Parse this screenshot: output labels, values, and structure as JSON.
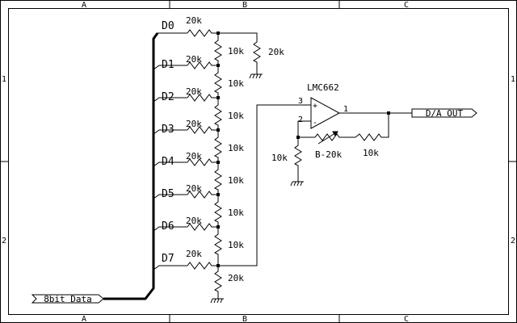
{
  "zones": {
    "columns": [
      "A",
      "B",
      "C"
    ],
    "rows": [
      "1",
      "2"
    ]
  },
  "bits": [
    {
      "label": "D0",
      "series_value": "20k",
      "ladder_value": "10k"
    },
    {
      "label": "D1",
      "series_value": "20k",
      "ladder_value": "10k"
    },
    {
      "label": "D2",
      "series_value": "20k",
      "ladder_value": "10k"
    },
    {
      "label": "D3",
      "series_value": "20k",
      "ladder_value": "10k"
    },
    {
      "label": "D4",
      "series_value": "20k",
      "ladder_value": "10k"
    },
    {
      "label": "D5",
      "series_value": "20k",
      "ladder_value": "10k"
    },
    {
      "label": "D6",
      "series_value": "20k",
      "ladder_value": "10k"
    },
    {
      "label": "D7",
      "series_value": "20k",
      "ladder_value": "20k"
    }
  ],
  "top_termination_value": "20k",
  "opamp": {
    "name": "LMC662",
    "pin_noninverting": "3",
    "pin_inverting": "2",
    "pin_output": "1",
    "sign_plus": "+",
    "sign_minus": "-"
  },
  "gain_network": {
    "ground_resistor": "10k",
    "trimmer": "B-20k",
    "feedback_resistor": "10k"
  },
  "input_port": "8bit Data",
  "output_port": "D/A OUT"
}
